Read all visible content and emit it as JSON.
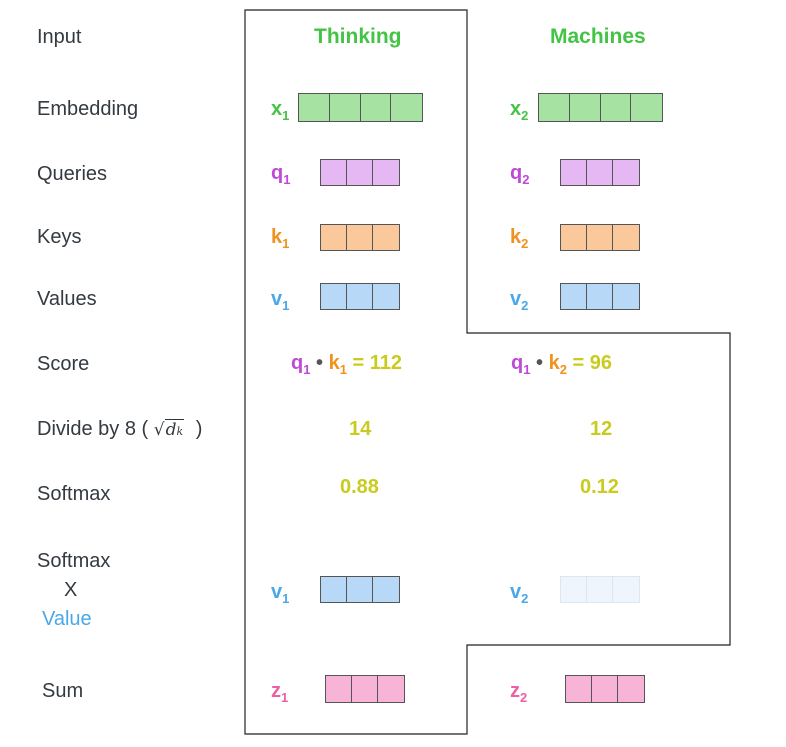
{
  "labels": {
    "input": "Input",
    "embedding": "Embedding",
    "queries": "Queries",
    "keys": "Keys",
    "values": "Values",
    "score": "Score",
    "divide_prefix": "Divide by 8 (",
    "divide_suffix": ")",
    "softmax": "Softmax",
    "softmax_x_value_1": "Softmax",
    "softmax_x_value_2": "X",
    "softmax_x_value_3": "Value",
    "sum": "Sum"
  },
  "words": {
    "w1": "Thinking",
    "w2": "Machines"
  },
  "symbols": {
    "x": "x",
    "q": "q",
    "k": "k",
    "v": "v",
    "z": "z",
    "one": "1",
    "two": "2",
    "dot": "•",
    "eq": "=",
    "sqrt_d": "d",
    "sqrt_k": "k"
  },
  "score": {
    "s1": "112",
    "s2": "96"
  },
  "divided": {
    "d1": "14",
    "d2": "12"
  },
  "softmax": {
    "p1": "0.88",
    "p2": "0.12"
  },
  "colors": {
    "embedding_fill": "#a6e3a2",
    "query_fill": "#e5b8f4",
    "key_fill": "#fac89a",
    "value_fill": "#b8d8f8",
    "value_faded_fill": "#eef5fd",
    "sum_fill": "#f8b4d6",
    "number_color": "#c9cc1e",
    "value_label_color": "#4aa8e8"
  }
}
